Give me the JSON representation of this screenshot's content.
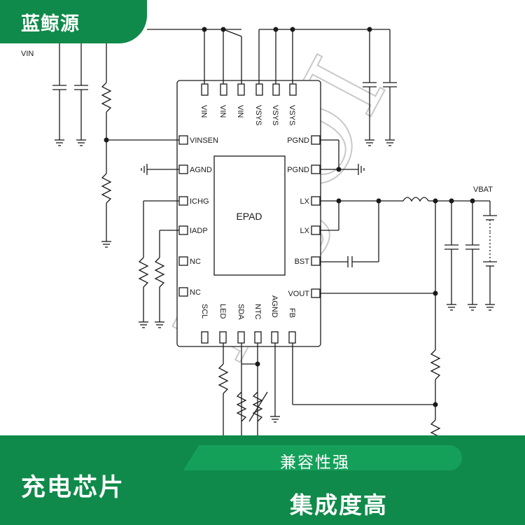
{
  "brand": {
    "name": "蓝鲸源"
  },
  "watermark": {
    "text": "INJOI"
  },
  "chip": {
    "epad_label": "EPAD",
    "top_pins": [
      "VIN",
      "VIN",
      "VIN",
      "VSYS",
      "VSYS",
      "VSYS"
    ],
    "left_pins": [
      "VINSEN",
      "AGND",
      "ICHG",
      "IADP",
      "NC",
      "NC"
    ],
    "right_pins": [
      "PGND",
      "PGND",
      "LX",
      "LX",
      "BST",
      "VOUT"
    ],
    "bottom_pins": [
      "SCL",
      "LED",
      "SDA",
      "NTC",
      "AGND",
      "FB"
    ]
  },
  "nets": {
    "vin": "VIN",
    "vbat": "VBAT"
  },
  "footer": {
    "left_title": "充电芯片",
    "tag": "兼容性强",
    "right_title": "集成度高"
  },
  "colors": {
    "brand_green": "#0f8a4a",
    "pill_green": "#15a05a",
    "text_white": "#ffffff"
  }
}
